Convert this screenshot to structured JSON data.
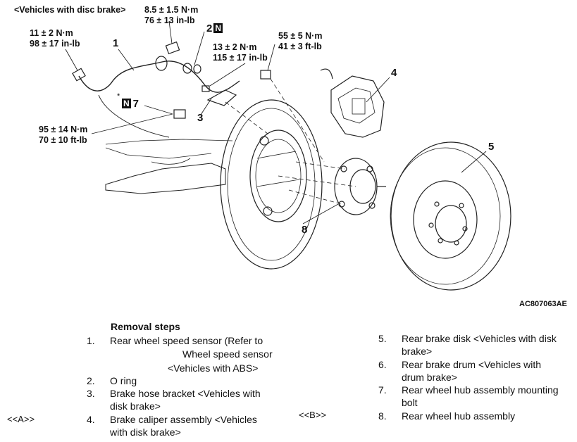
{
  "diagram": {
    "heading": "<Vehicles with disc brake>",
    "figure_id": "AC807063AE",
    "torques": {
      "t1": {
        "nm": "8.5 ± 1.5 N·m",
        "imp": "76 ± 13 in-lb"
      },
      "t2": {
        "nm": "11 ± 2 N·m",
        "imp": "98 ± 17 in-lb"
      },
      "t3": {
        "nm": "13 ± 2 N·m",
        "imp": "115 ± 17 in-lb"
      },
      "t4": {
        "nm": "55 ± 5 N·m",
        "imp": "41 ± 3 ft-lb"
      },
      "t5": {
        "nm": "95 ± 14 N·m",
        "imp": "70 ± 10 ft-lb"
      }
    },
    "callouts": {
      "c1": "1",
      "c2": "2",
      "c3": "3",
      "c4": "4",
      "c5": "5",
      "c7": "7",
      "c8": "8"
    },
    "badge": "N",
    "asterisk": "*"
  },
  "removal": {
    "title": "Removal steps",
    "steps": [
      {
        "n": "1.",
        "line1": "Rear wheel speed sensor (Refer to",
        "line2": "Wheel speed sensor",
        "line3": "<Vehicles with ABS>"
      },
      {
        "n": "2.",
        "line1": "O ring"
      },
      {
        "n": "3.",
        "line1": "Brake hose bracket <Vehicles with",
        "line2": "disk brake>"
      },
      {
        "n": "4.",
        "line1": "Brake caliper assembly <Vehicles",
        "line2": "with disk brake>"
      },
      {
        "n": "5.",
        "line1": "Rear brake disk <Vehicles with disk",
        "line2": "brake>"
      },
      {
        "n": "6.",
        "line1": "Rear brake drum <Vehicles with",
        "line2": "drum brake>"
      },
      {
        "n": "7.",
        "line1": "Rear wheel hub assembly mounting",
        "line2": "bolt"
      },
      {
        "n": "8.",
        "line1": "Rear wheel hub assembly"
      }
    ],
    "refs": {
      "a": "<<A>>",
      "b": "<<B>>"
    }
  }
}
